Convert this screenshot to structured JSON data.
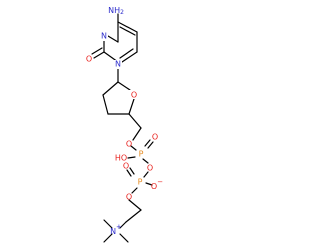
{
  "molecule": {
    "labels": {
      "amine": "NH",
      "amine_sub": "2",
      "n3": "N",
      "o_carbonyl": "O",
      "n1": "N",
      "o_ring": "O",
      "o_ester1": "O",
      "p1": "P",
      "o_p1_double": "O",
      "oh_p1": "HO",
      "o_bridge": "O",
      "p2": "P",
      "o_p2_double": "O",
      "o_minus": "O",
      "o_minus_charge": "−",
      "o_ester2": "O",
      "n_plus": "N",
      "n_plus_charge": "+"
    },
    "colors": {
      "bond": "#000000",
      "nitrogen": "#2d2dcc",
      "oxygen": "#e8231f",
      "phosphorus": "#e58a1f",
      "carbon_text": "#000000"
    }
  }
}
